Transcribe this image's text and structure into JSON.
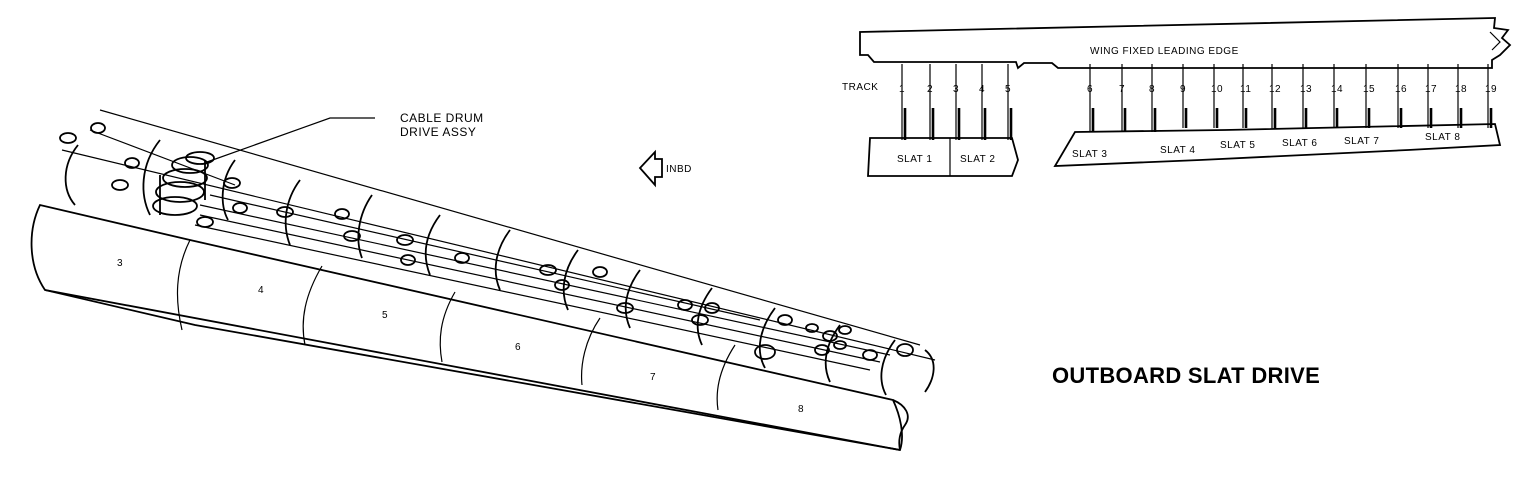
{
  "title": "OUTBOARD SLAT DRIVE",
  "callouts": {
    "cable_drum_line1": "CABLE DRUM",
    "cable_drum_line2": "DRIVE ASSY",
    "inbd": "INBD"
  },
  "track_diagram": {
    "edge_label": "WING FIXED LEADING EDGE",
    "track_label": "TRACK",
    "tracks": [
      "1",
      "2",
      "3",
      "4",
      "5",
      "6",
      "7",
      "8",
      "9",
      "10",
      "11",
      "12",
      "13",
      "14",
      "15",
      "16",
      "17",
      "18",
      "19"
    ],
    "slats": [
      "SLAT 1",
      "SLAT 2",
      "SLAT 3",
      "SLAT 4",
      "SLAT 5",
      "SLAT 6",
      "SLAT 7",
      "SLAT 8"
    ]
  },
  "wing_panels": [
    "3",
    "4",
    "5",
    "6",
    "7",
    "8"
  ]
}
